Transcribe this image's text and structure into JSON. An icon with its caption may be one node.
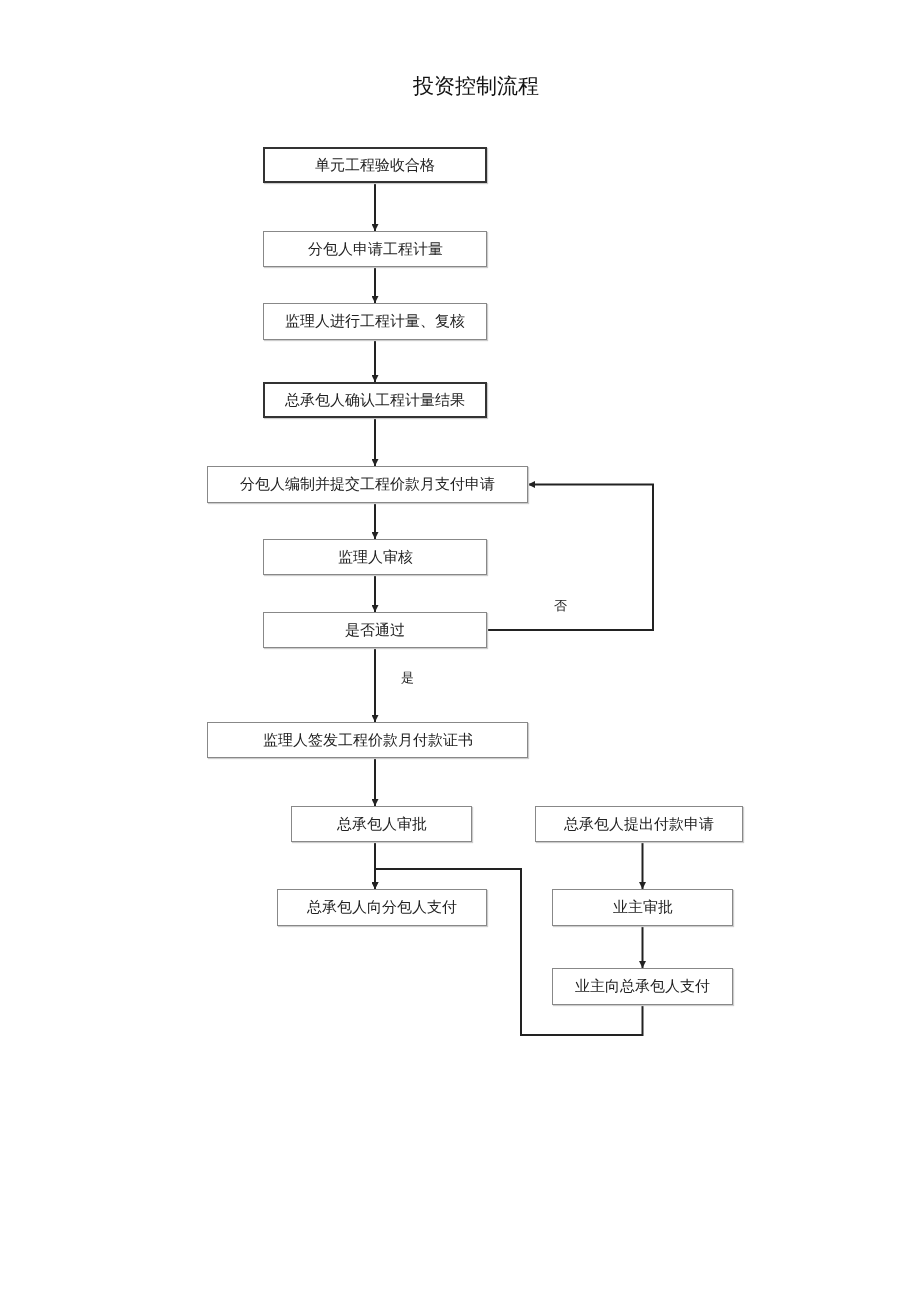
{
  "diagram": {
    "title": "投资控制流程",
    "nodes": [
      {
        "text": [
          "单元工程验收合格"
        ]
      },
      {
        "text": [
          "分包人申请工程计量"
        ]
      },
      {
        "text": [
          "监理人进行工程计量、复核"
        ]
      },
      {
        "text": [
          "总承包人确认工程计量结果"
        ]
      },
      {
        "text": [
          "分包人编制并提交工程价款月支付申请"
        ]
      },
      {
        "text": [
          "监理人审核"
        ]
      },
      {
        "text": [
          "是否通过"
        ]
      },
      {
        "text": [
          "监理人签发工程价款月付款证书"
        ]
      },
      {
        "text": [
          "总承包人审批"
        ]
      },
      {
        "text": [
          "总承包人提出付款申请"
        ]
      },
      {
        "text": [
          "总承包人向分包人支付"
        ]
      },
      {
        "text": [
          "业主审批"
        ]
      },
      {
        "text": [
          "业主向总承包人支付"
        ]
      }
    ],
    "edges": [
      {
        "from": 0,
        "to": 1,
        "arrow": "to"
      },
      {
        "from": 1,
        "to": 2,
        "arrow": "to"
      },
      {
        "from": 2,
        "to": 3,
        "arrow": "to"
      },
      {
        "from": 3,
        "to": 4,
        "arrow": "to"
      },
      {
        "from": 4,
        "to": 5,
        "arrow": "to"
      },
      {
        "from": 5,
        "to": 6,
        "arrow": "to"
      },
      {
        "from": 6,
        "to": 4,
        "arrow": "to",
        "label": "否"
      },
      {
        "from": 6,
        "to": 7,
        "arrow": "to",
        "label": "是"
      },
      {
        "from": 7,
        "to": 8,
        "arrow": "to"
      },
      {
        "from": 8,
        "to": 10,
        "arrow": "to"
      },
      {
        "from": 9,
        "to": 11,
        "arrow": "to"
      },
      {
        "from": 11,
        "to": 12,
        "arrow": "to"
      },
      {
        "from": 12,
        "to": 10,
        "arrow": "to"
      }
    ]
  }
}
